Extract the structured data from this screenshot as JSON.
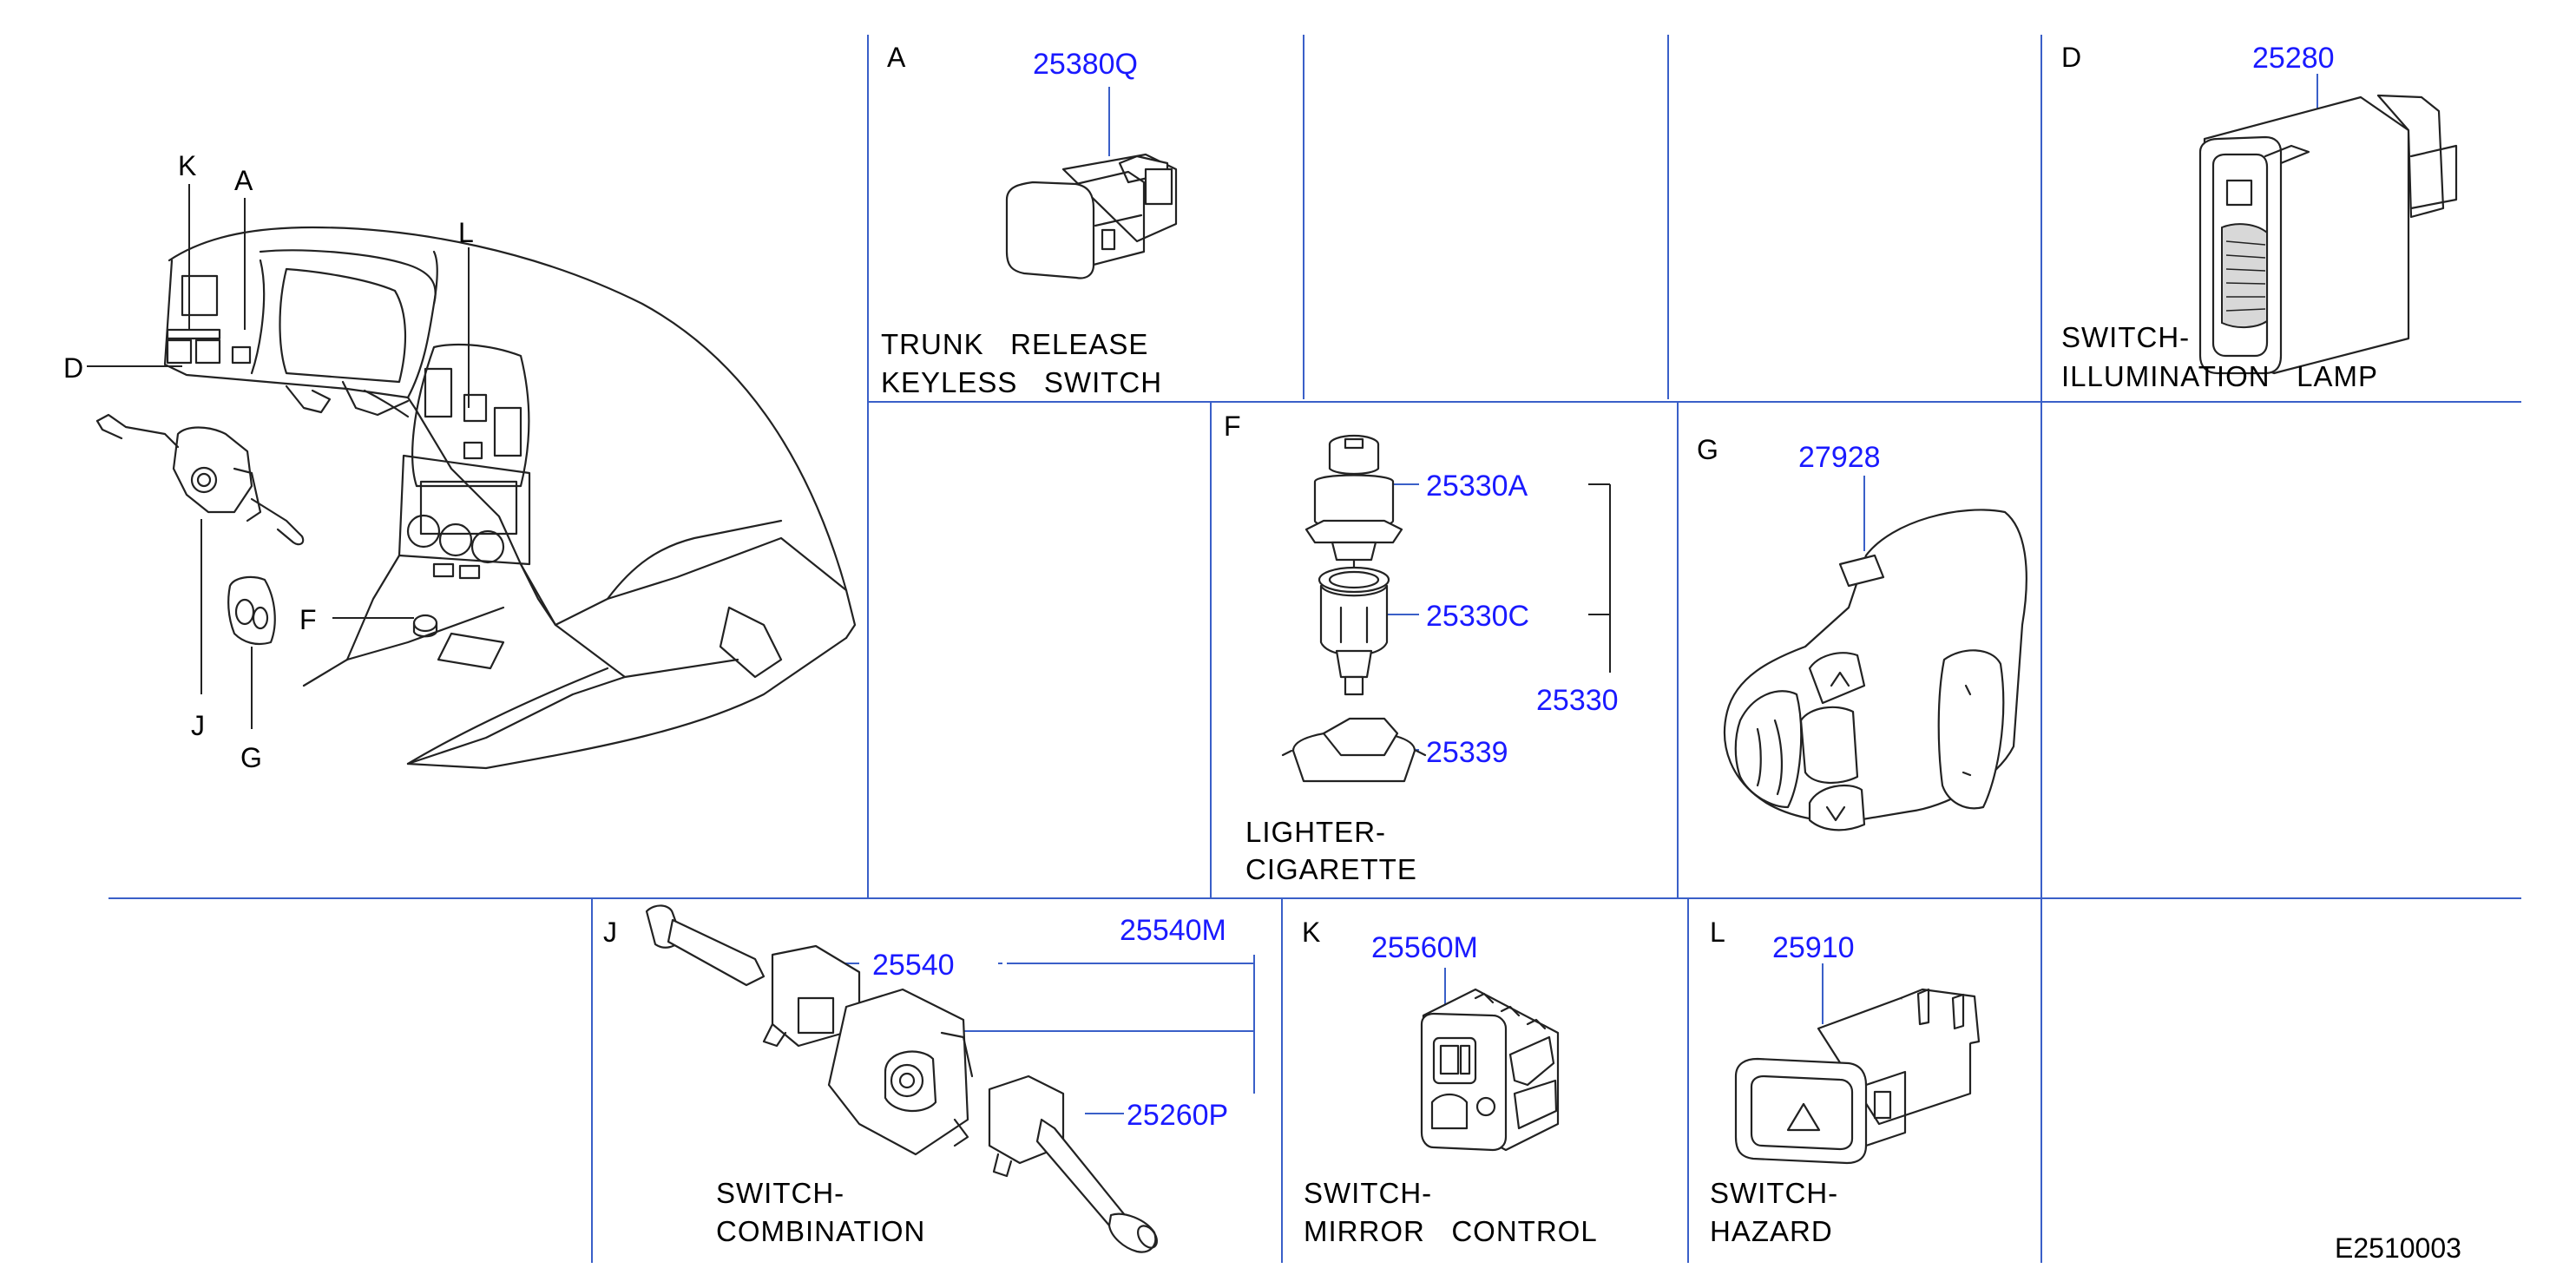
{
  "overview": {
    "letters": {
      "k": "K",
      "a": "A",
      "l": "L",
      "d": "D",
      "f": "F",
      "j": "J",
      "g": "G"
    }
  },
  "panels": {
    "a": {
      "letter": "A",
      "part": "25380Q",
      "caption1": "TRUNK   RELEASE",
      "caption2": "KEYLESS   SWITCH"
    },
    "d": {
      "letter": "D",
      "part": "25280",
      "caption1": "SWITCH-",
      "caption2": "ILLUMINATION   LAMP"
    },
    "f": {
      "letter": "F",
      "parts": [
        "25330A",
        "25330C",
        "25339"
      ],
      "assembly": "25330",
      "caption1": "LIGHTER-",
      "caption2": "CIGARETTE"
    },
    "g": {
      "letter": "G",
      "part": "27928"
    },
    "j": {
      "letter": "J",
      "parts": [
        "25540",
        "25260P"
      ],
      "assembly": "25540M",
      "caption1": "SWITCH-",
      "caption2": "COMBINATION"
    },
    "k": {
      "letter": "K",
      "part": "25560M",
      "caption1": "SWITCH-",
      "caption2": "MIRROR   CONTROL"
    },
    "l": {
      "letter": "L",
      "part": "25910",
      "caption1": "SWITCH-",
      "caption2": "HAZARD"
    }
  },
  "footer": {
    "doc_id": "E2510003"
  },
  "colors": {
    "callout": "#1a1aff",
    "grid": "#3a5fc8",
    "ink": "#222222"
  }
}
